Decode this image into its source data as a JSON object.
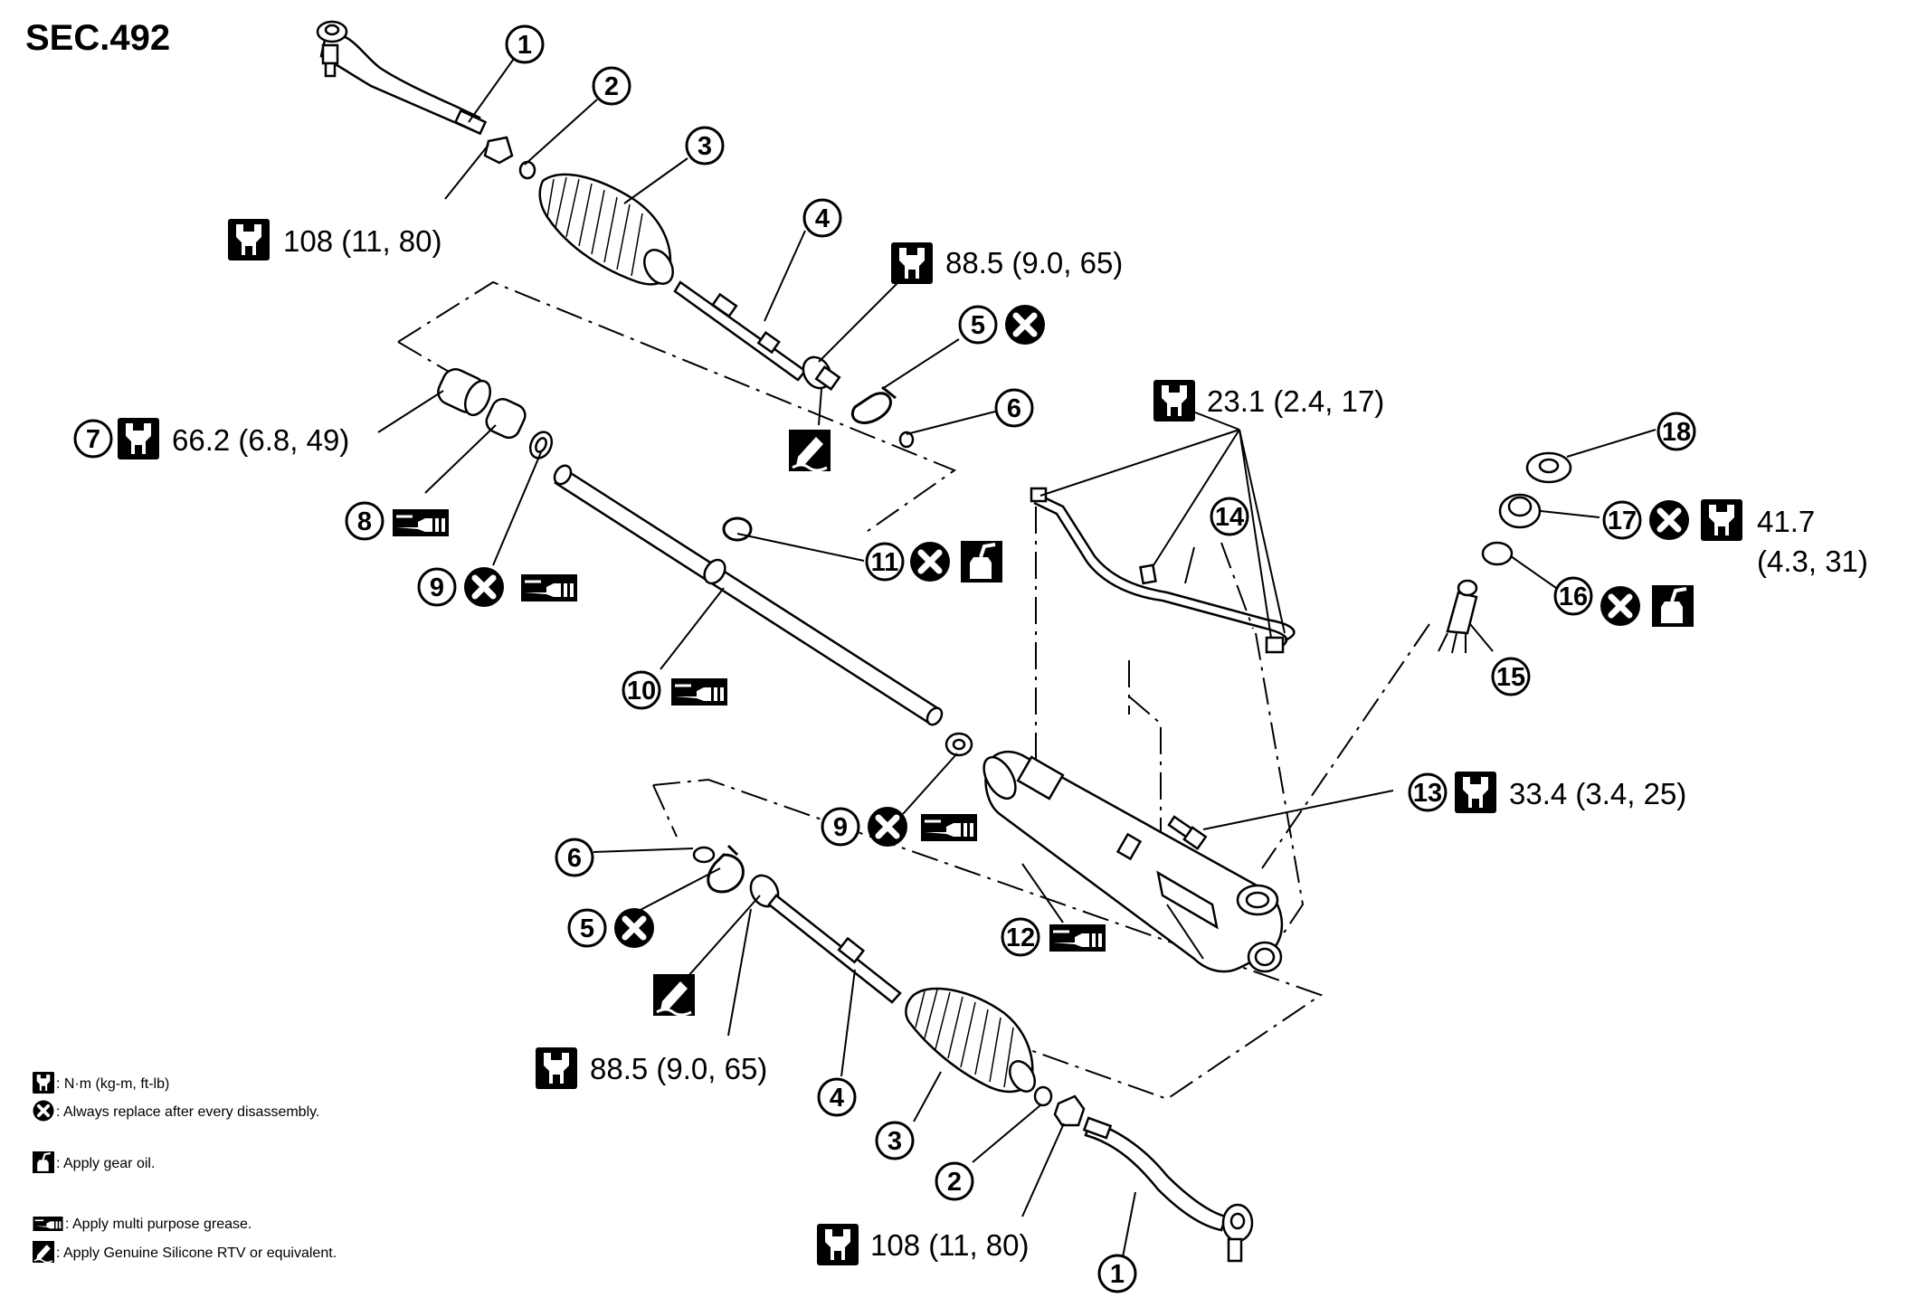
{
  "section_label": "SEC.492",
  "torques": {
    "outer_socket_upper": "108 (11, 80)",
    "inner_socket_upper": "88.5 (9.0, 65)",
    "item7": "66.2 (6.8, 49)",
    "tube_nuts": "23.1 (2.4, 17)",
    "item17_line1": "41.7",
    "item17_line2": "(4.3, 31)",
    "item13": "33.4 (3.4, 25)",
    "inner_socket_lower": "88.5 (9.0, 65)",
    "outer_socket_lower": "108 (11, 80)"
  },
  "callouts": {
    "c1": "1",
    "c2": "2",
    "c3": "3",
    "c4": "4",
    "c5": "5",
    "c6": "6",
    "c7": "7",
    "c8": "8",
    "c9": "9",
    "c10": "10",
    "c11": "11",
    "c12": "12",
    "c13": "13",
    "c14": "14",
    "c15": "15",
    "c16": "16",
    "c17": "17",
    "c18": "18"
  },
  "legend": {
    "torque": ": N·m (kg-m, ft-lb)",
    "replace": ": Always replace after every disassembly.",
    "gear_oil": ": Apply gear oil.",
    "grease": ": Apply multi purpose grease.",
    "rtv": ": Apply Genuine Silicone RTV or equivalent."
  }
}
